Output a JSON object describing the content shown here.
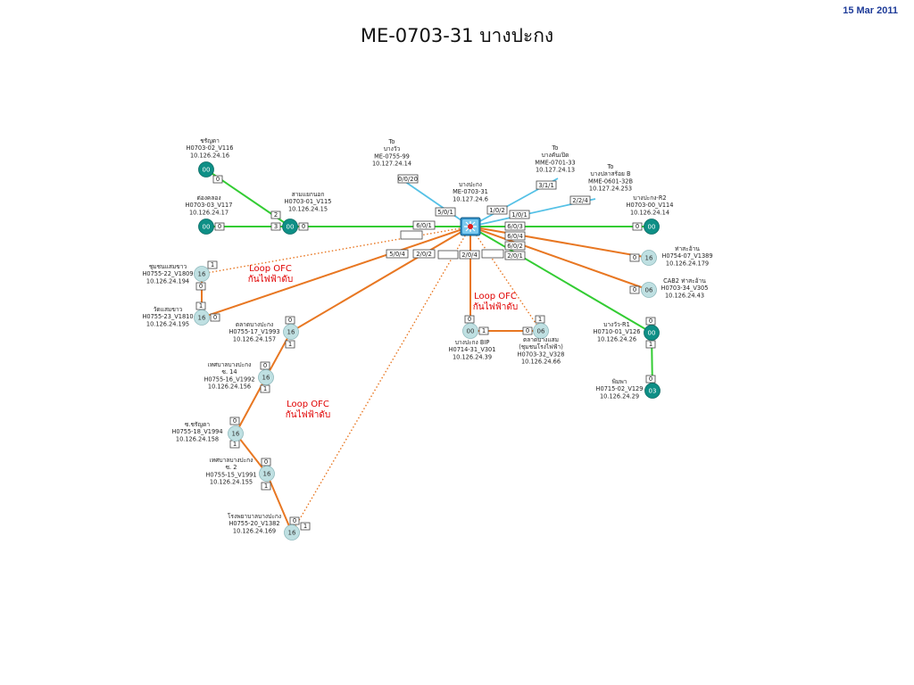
{
  "header": {
    "date": "15 Mar 2011",
    "title": "ME-0703-31 บางปะกง"
  },
  "colors": {
    "green": "#33cc33",
    "orange": "#e87722",
    "blue": "#55c1e6",
    "dark_node": "#0e8f86",
    "light_node": "#bfe0e2",
    "loop_text": "#e00000"
  },
  "hub": {
    "name": "บางปะกง",
    "id": "ME-0703-31",
    "ip": "10.127.24.6",
    "icon": "switch-icon"
  },
  "nodes": {
    "n1": {
      "lines": [
        "ชรัญดา",
        "H0703-02_V116",
        "10.126.24.16"
      ],
      "num": "00",
      "style": "dark"
    },
    "n2": {
      "lines": [
        "ต่องคลอง",
        "H0703-03_V117",
        "10.126.24.17"
      ],
      "num": "00",
      "style": "dark"
    },
    "n3": {
      "lines": [
        "สามแยกนอก",
        "H0703-01_V115",
        "10.126.24.15"
      ],
      "num": "00",
      "style": "dark"
    },
    "n4": {
      "lines": [
        "บางปะกง-R2",
        "H0703-00_V114",
        "10.126.24.14"
      ],
      "num": "00",
      "style": "dark"
    },
    "n5": {
      "lines": [
        "ท่าสะอ้าน",
        "H0754-07_V1389",
        "10.126.24.179"
      ],
      "num": "16",
      "style": "light"
    },
    "n6": {
      "lines": [
        "CAB2 ท่าสะอ้าน",
        "H0703-34_V305",
        "10.126.24.43"
      ],
      "num": "06",
      "style": "light"
    },
    "n7": {
      "lines": [
        "บางวัว-R1",
        "H0710-01_V126",
        "10.126.24.26"
      ],
      "num": "00",
      "style": "dark"
    },
    "n8": {
      "lines": [
        "พิมพา",
        "H0715-02_V129",
        "10.126.24.29"
      ],
      "num": "03",
      "style": "dark"
    },
    "n9": {
      "lines": [
        "บางปะกง BIP",
        "H0714-31_V301",
        "10.126.24.39"
      ],
      "num": "00",
      "style": "light"
    },
    "n10": {
      "lines": [
        "ตลาดบางแสม",
        "(ชุมชนโรงไฟฟ้า)",
        "H0703-32_V328",
        "10.126.24.66"
      ],
      "num": "06",
      "style": "light"
    },
    "n11": {
      "lines": [
        "ชุมชนแสมขาว",
        "H0755-22_V1809",
        "10.126.24.194"
      ],
      "num": "16",
      "style": "light"
    },
    "n12": {
      "lines": [
        "วัดแสมขาว",
        "H0755-23_V1810",
        "10.126.24.195"
      ],
      "num": "16",
      "style": "light"
    },
    "n13": {
      "lines": [
        "ตลาดบางปะกง",
        "H0755-17_V1993",
        "10.126.24.157"
      ],
      "num": "16",
      "style": "light"
    },
    "n14": {
      "lines": [
        "เทศบาลบางปะกง",
        "ซ. 14",
        "H0755-16_V1992",
        "10.126.24.156"
      ],
      "num": "16",
      "style": "light"
    },
    "n15": {
      "lines": [
        "ซ.ชรัญดา",
        "H0755-18_V1994",
        "10.126.24.158"
      ],
      "num": "16",
      "style": "light"
    },
    "n16": {
      "lines": [
        "เทศบาลบางปะกง",
        "ซ. 2",
        "H0755-15_V1991",
        "10.126.24.155"
      ],
      "num": "16",
      "style": "light"
    },
    "n17": {
      "lines": [
        "โรงพยาบาลบางปะกง",
        "H0755-20_V1382",
        "10.126.24.169"
      ],
      "num": "16",
      "style": "light"
    }
  },
  "uplinks": {
    "u1": {
      "lines": [
        "To",
        "บางวัว",
        "ME-0755-99",
        "10.127.24.14"
      ]
    },
    "u2": {
      "lines": [
        "To",
        "บางคันเปิด",
        "MME-0701-33",
        "10.127.24.13"
      ]
    },
    "u3": {
      "lines": [
        "To",
        "บางปลาสร้อย B",
        "MME-0601-32B",
        "10.127.24.253"
      ]
    }
  },
  "ports": {
    "p0020": "0/0/20",
    "p501": "5/0/1",
    "p311": "3/1/1",
    "p224": "2/2/4",
    "p102": "1/0/2",
    "p101": "1/0/1",
    "p601": "6/0/1",
    "p603": "6/0/3",
    "p604": "6/0/4",
    "p602": "6/0/2",
    "p201": "2/0/1",
    "p504": "5/0/4",
    "p202": "2/0/2",
    "p204": "2/0/4",
    "blank1": "",
    "blank2": "",
    "blank3": "",
    "n1_0": "0",
    "n3_2": "2",
    "n3_3": "3",
    "n3_0": "0",
    "n2_0": "0",
    "n4_0": "0",
    "n5_0": "0",
    "n6_0": "0",
    "n7_top": "0",
    "n7_bot": "1",
    "n8_0": "0",
    "n9_top": "0",
    "n9_r": "1",
    "n10_l": "0",
    "n10_top": "1",
    "n11_top": "1",
    "n11_bot": "0",
    "n12_top": "1",
    "n12_r": "0",
    "n13_top": "0",
    "n13_bot": "1",
    "n14_top": "0",
    "n14_bot": "1",
    "n15_top": "0",
    "n15_bot": "1",
    "n16_top": "0",
    "n16_bot": "1",
    "n17_l": "0",
    "n17_r": "1"
  },
  "loop_labels": {
    "l1": [
      "Loop OFC",
      "กันไฟฟ้าดับ"
    ],
    "l2": [
      "Loop OFC",
      "กันไฟฟ้าดับ"
    ],
    "l3": [
      "Loop OFC",
      "กันไฟฟ้าดับ"
    ]
  }
}
